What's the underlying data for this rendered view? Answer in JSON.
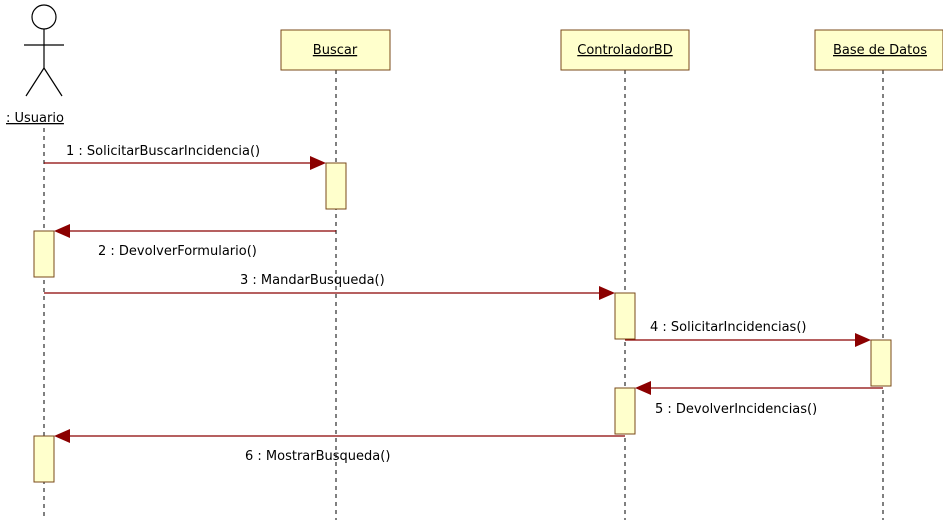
{
  "actor": {
    "name": ": Usuario"
  },
  "objects": [
    {
      "id": "buscar",
      "name": "Buscar"
    },
    {
      "id": "controlador",
      "name": "ControladorBD"
    },
    {
      "id": "base",
      "name": "Base de Datos"
    }
  ],
  "messages": [
    {
      "label": "1 : SolicitarBuscarIncidencia()"
    },
    {
      "label": "2 : DevolverFormulario()"
    },
    {
      "label": "3 : MandarBusqueda()"
    },
    {
      "label": "4 : SolicitarIncidencias()"
    },
    {
      "label": "5 : DevolverIncidencias()"
    },
    {
      "label": "6 : MostrarBusqueda()"
    }
  ],
  "colors": {
    "box_fill": "#ffffcc",
    "box_border": "#7a4a1a",
    "message_arrow": "#8b0000"
  }
}
